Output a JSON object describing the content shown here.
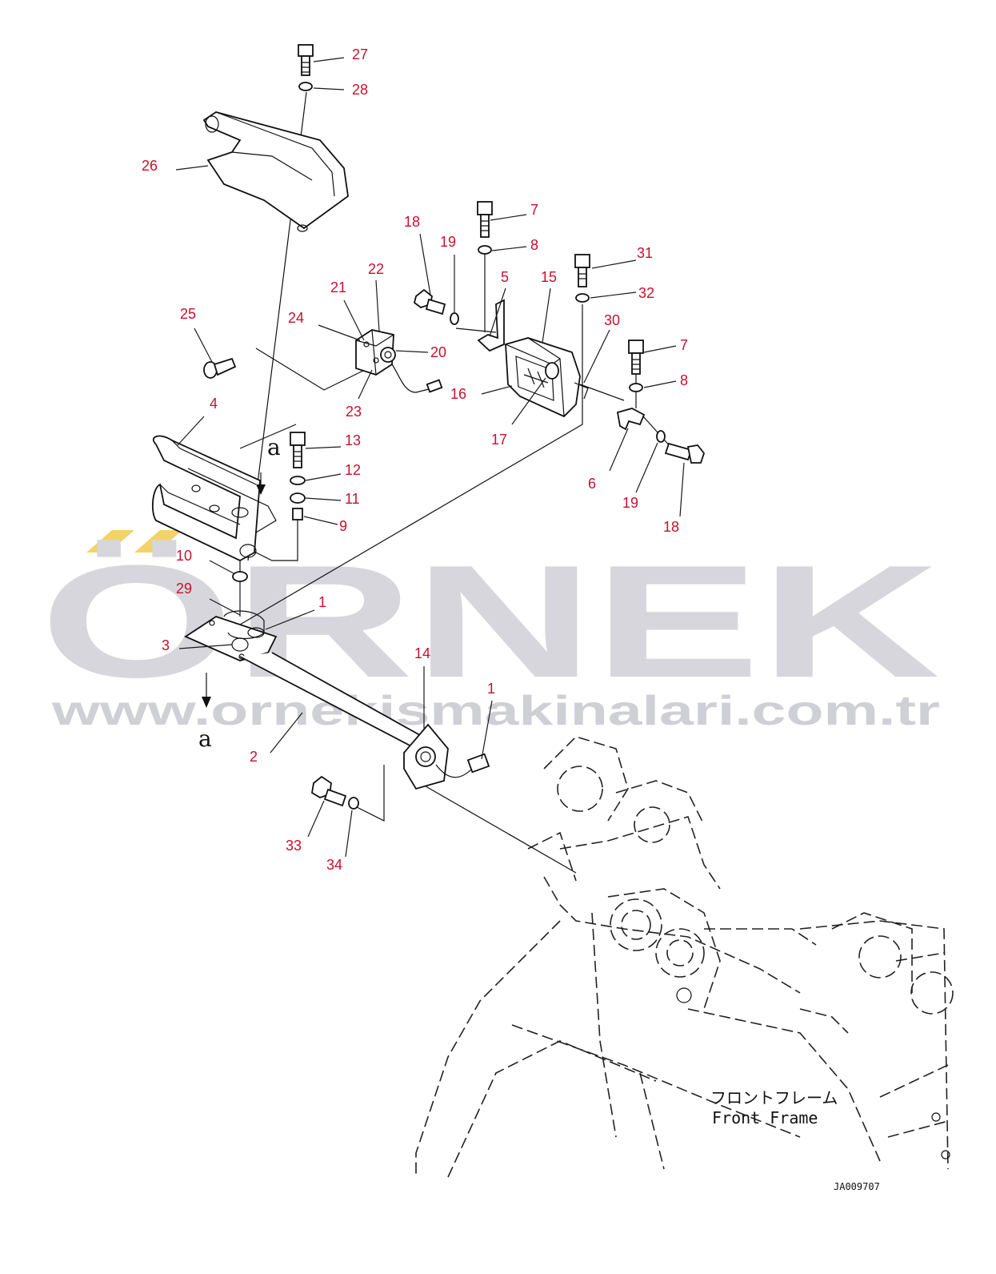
{
  "watermark": {
    "brand": "ÖRNEK",
    "url": "www.ornekismakinalari.com.tr",
    "accent": "#f2d36b"
  },
  "view_marker": "a",
  "frame_label_jp": "フロントフレーム",
  "frame_label_en": "Front Frame",
  "drawing_code": "JA009707",
  "callouts": [
    "27",
    "28",
    "26",
    "18",
    "19",
    "7",
    "8",
    "5",
    "15",
    "31",
    "32",
    "30",
    "21",
    "22",
    "24",
    "20",
    "23",
    "16",
    "17",
    "25",
    "4",
    "13",
    "12",
    "11",
    "9",
    "10",
    "29",
    "1",
    "3",
    "2",
    "14",
    "1",
    "33",
    "34",
    "7",
    "8",
    "6",
    "19",
    "18"
  ],
  "colors": {
    "callout": "#c8102e",
    "line": "#111111"
  }
}
